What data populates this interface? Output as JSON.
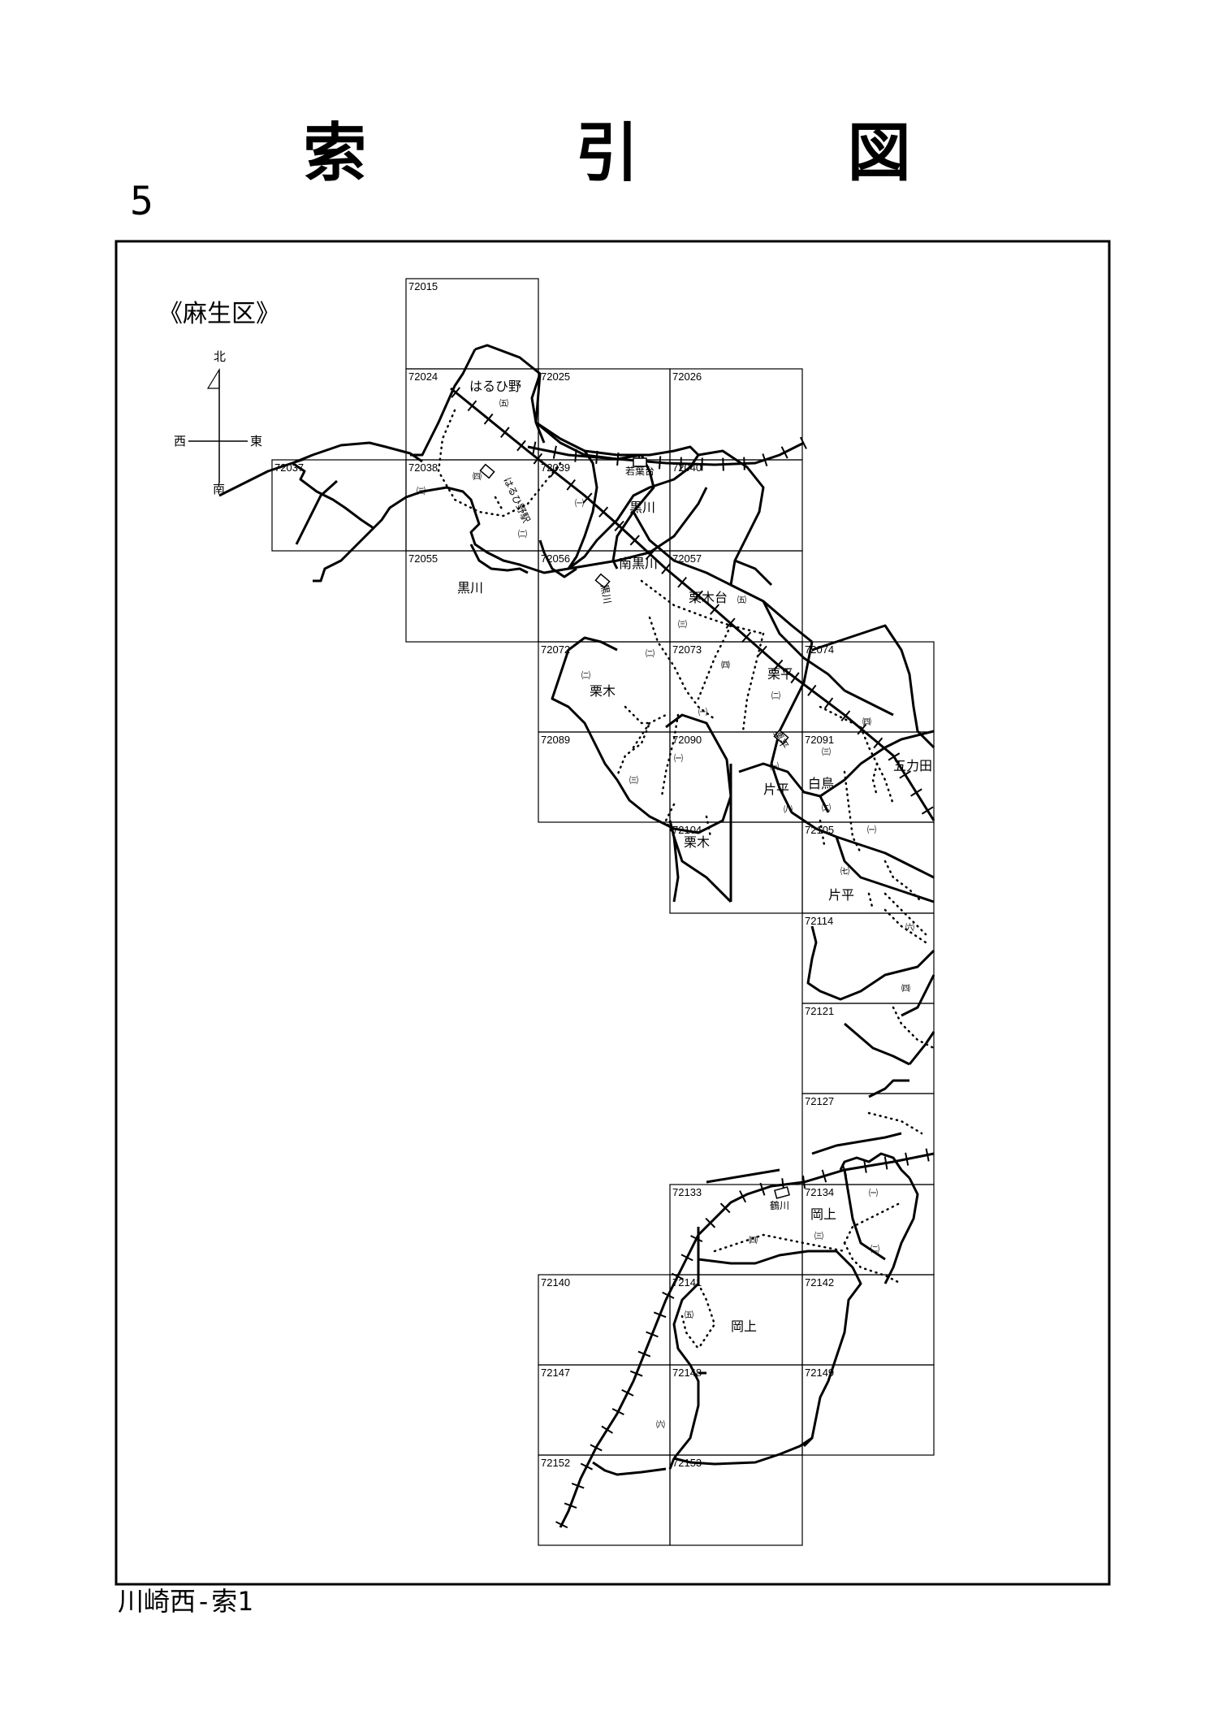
{
  "title": "索 引 図",
  "page_number": "5",
  "footer": "川崎西-索1",
  "ward": "《麻生区》",
  "compass": {
    "north": "北",
    "south": "南",
    "east": "東",
    "west": "西"
  },
  "grid_cells": [
    "72015",
    "72024",
    "72025",
    "72026",
    "72037",
    "72038",
    "72039",
    "72040",
    "72055",
    "72056",
    "72057",
    "72072",
    "72073",
    "72074",
    "72089",
    "72090",
    "72091",
    "72104",
    "72105",
    "72114",
    "72121",
    "72127",
    "72133",
    "72134",
    "72140",
    "72141",
    "72142",
    "72147",
    "72148",
    "72149",
    "72152",
    "72153"
  ],
  "places": {
    "harumino": "はるひ野",
    "kurokawa_a": "黒川",
    "kurokawa_b": "黒川",
    "wakabadai": "若葉台",
    "minamikurokawa": "南黒川",
    "kurigidai": "栗木台",
    "kurihira": "栗平",
    "kurigi_a": "栗木",
    "kurigi_b": "栗木",
    "shiratori": "白鳥",
    "gorikida": "五力田",
    "katahira_a": "片平",
    "katahira_b": "片平",
    "okagami_a": "岡上",
    "okagami_b": "岡上",
    "station_harumino": "はるひ野駅",
    "station_kurokawa": "黒川",
    "station_kurihira": "栗平",
    "station_tsurukawa": "鶴川"
  },
  "subdivisions": {
    "s1": "㈤",
    "s2": "㈣",
    "s3": "㈢",
    "s4": "㈠",
    "s5": "㈡",
    "s6": "㈤",
    "s7": "㈢",
    "s8": "㈡",
    "s9": "㈣",
    "s10": "㈡",
    "s11": "㈡",
    "s12": "㈠",
    "s13": "㈢",
    "s14": "㈠",
    "s15": "㈣",
    "s16": "㈢",
    "s17": "㈠",
    "s18": "㈧",
    "s19": "㈡",
    "s20": "㈠",
    "s21": "㈦",
    "s22": "㈥",
    "s23": "㈣",
    "s24": "㈠",
    "s25": "㈣",
    "s26": "㈢",
    "s27": "㈡",
    "s28": "㈤",
    "s29": "㈥"
  }
}
